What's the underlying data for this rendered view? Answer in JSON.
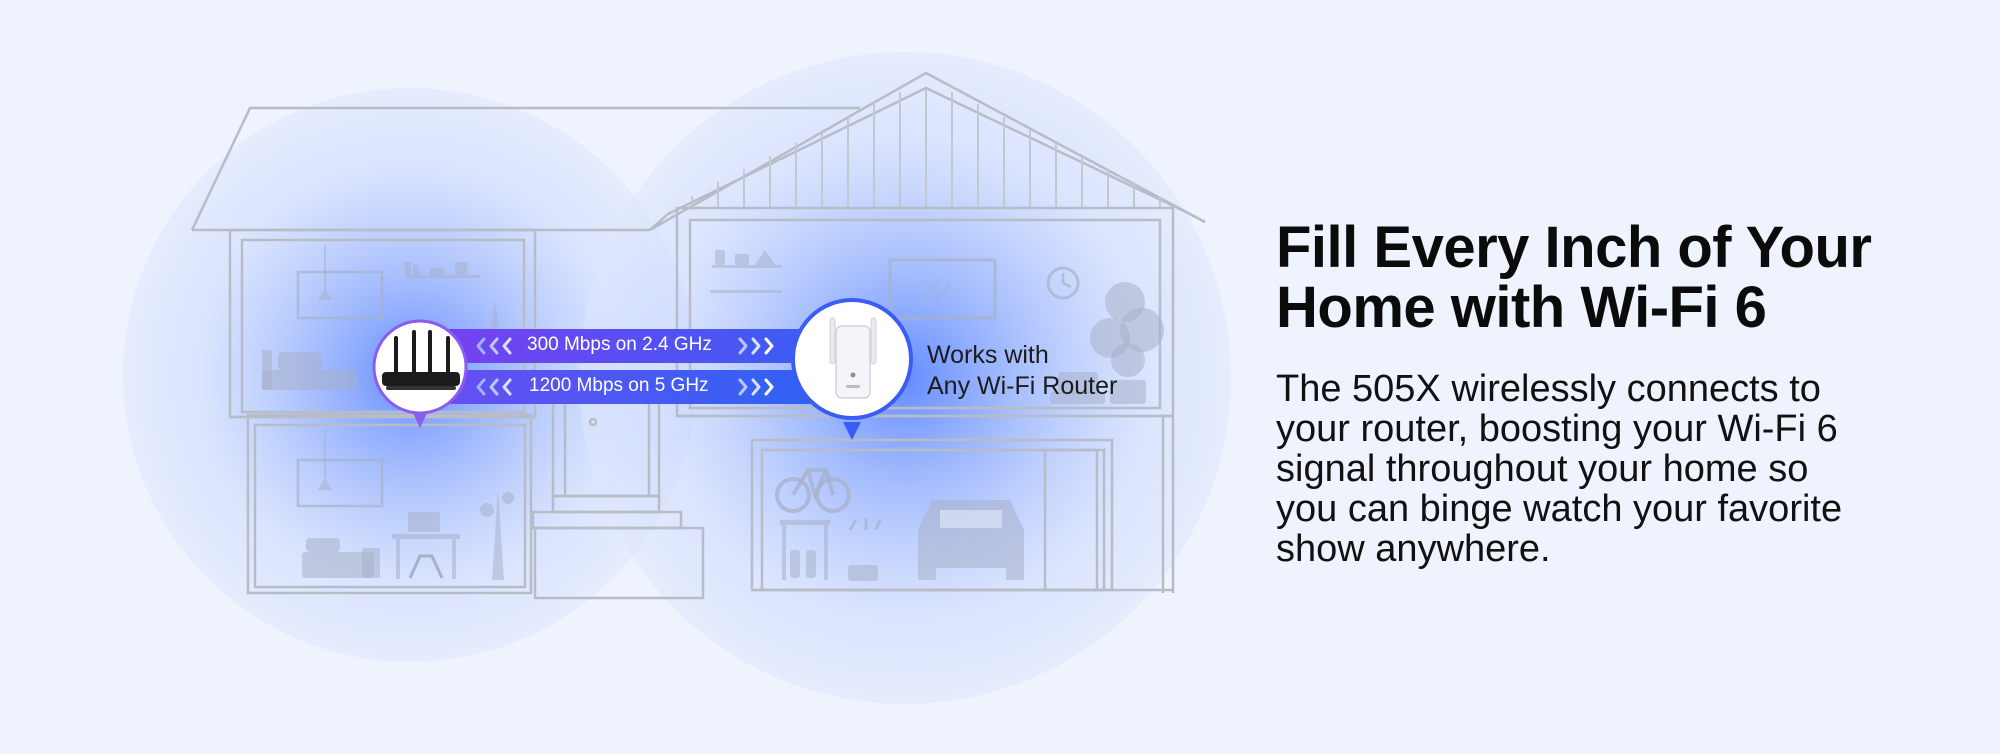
{
  "headline": {
    "lines": [
      "Fill Every Inch of Your",
      "Home with Wi-Fi 6"
    ]
  },
  "description": {
    "lines": [
      "The 505X wirelessly connects to",
      "your router, boosting your Wi-Fi 6",
      "signal throughout your home so",
      "you can binge watch your favorite",
      "show anywhere."
    ]
  },
  "speeds": {
    "band_24": "300 Mbps on 2.4 GHz",
    "band_5": "1200 Mbps on 5 GHz"
  },
  "compatibility": {
    "lines": [
      "Works with",
      "Any Wi-Fi Router"
    ]
  },
  "colors": {
    "background": "#eef3fd",
    "coverage_blue": "#4f7cff",
    "speed_bar_start": "#7a3ff0",
    "speed_bar_end": "#3b5df5",
    "router_ring": "#8a5cf0",
    "extender_ring": "#3b5df5",
    "house_line": "#b9bdc8"
  },
  "icons": [
    "router-icon",
    "range-extender-icon",
    "bicycle-icon",
    "car-icon",
    "clock-icon",
    "plant-icon",
    "bed-icon",
    "lamp-icon"
  ]
}
